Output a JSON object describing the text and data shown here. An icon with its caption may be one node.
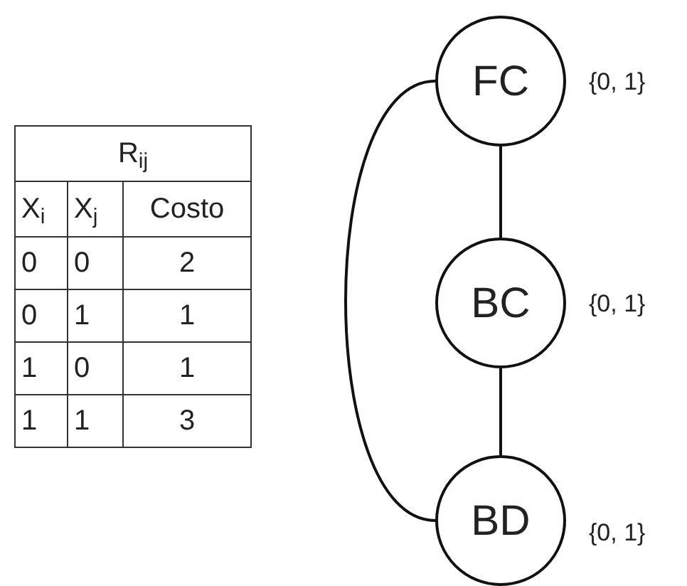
{
  "diagram": {
    "nodes": [
      {
        "text": [
          "FC"
        ],
        "beside": [
          "{0, 1}"
        ]
      },
      {
        "text": [
          "BC"
        ],
        "beside": [
          "{0, 1}"
        ]
      },
      {
        "text": [
          "BD"
        ],
        "beside": [
          "{0, 1}"
        ]
      }
    ],
    "edges": [
      {
        "from": 0,
        "to": 1,
        "arrow": "none"
      },
      {
        "from": 1,
        "to": 2,
        "arrow": "none"
      },
      {
        "from": 0,
        "to": 2,
        "arrow": "none"
      }
    ],
    "labels": [
      "R$_{ij}$",
      "X$_{i}$",
      "X$_{j}$",
      "Costo",
      "0",
      "0",
      "2",
      "0",
      "1",
      "1",
      "1",
      "0",
      "1",
      "1",
      "1",
      "3"
    ]
  }
}
